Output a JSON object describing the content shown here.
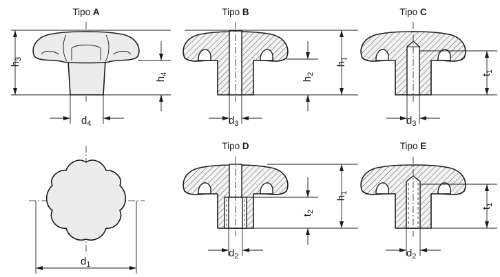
{
  "types": {
    "a": {
      "prefix": "Tipo",
      "letter": "A"
    },
    "b": {
      "prefix": "Tipo",
      "letter": "B"
    },
    "c": {
      "prefix": "Tipo",
      "letter": "C"
    },
    "d": {
      "prefix": "Tipo",
      "letter": "D"
    },
    "e": {
      "prefix": "Tipo",
      "letter": "E"
    }
  },
  "dims": {
    "h": "h",
    "d": "d",
    "t": "t",
    "sub_1": "1",
    "sub_2": "2",
    "sub_3": "3",
    "sub_4": "4"
  },
  "colors": {
    "line": "#1a1a1a",
    "fill": "#ececec"
  }
}
